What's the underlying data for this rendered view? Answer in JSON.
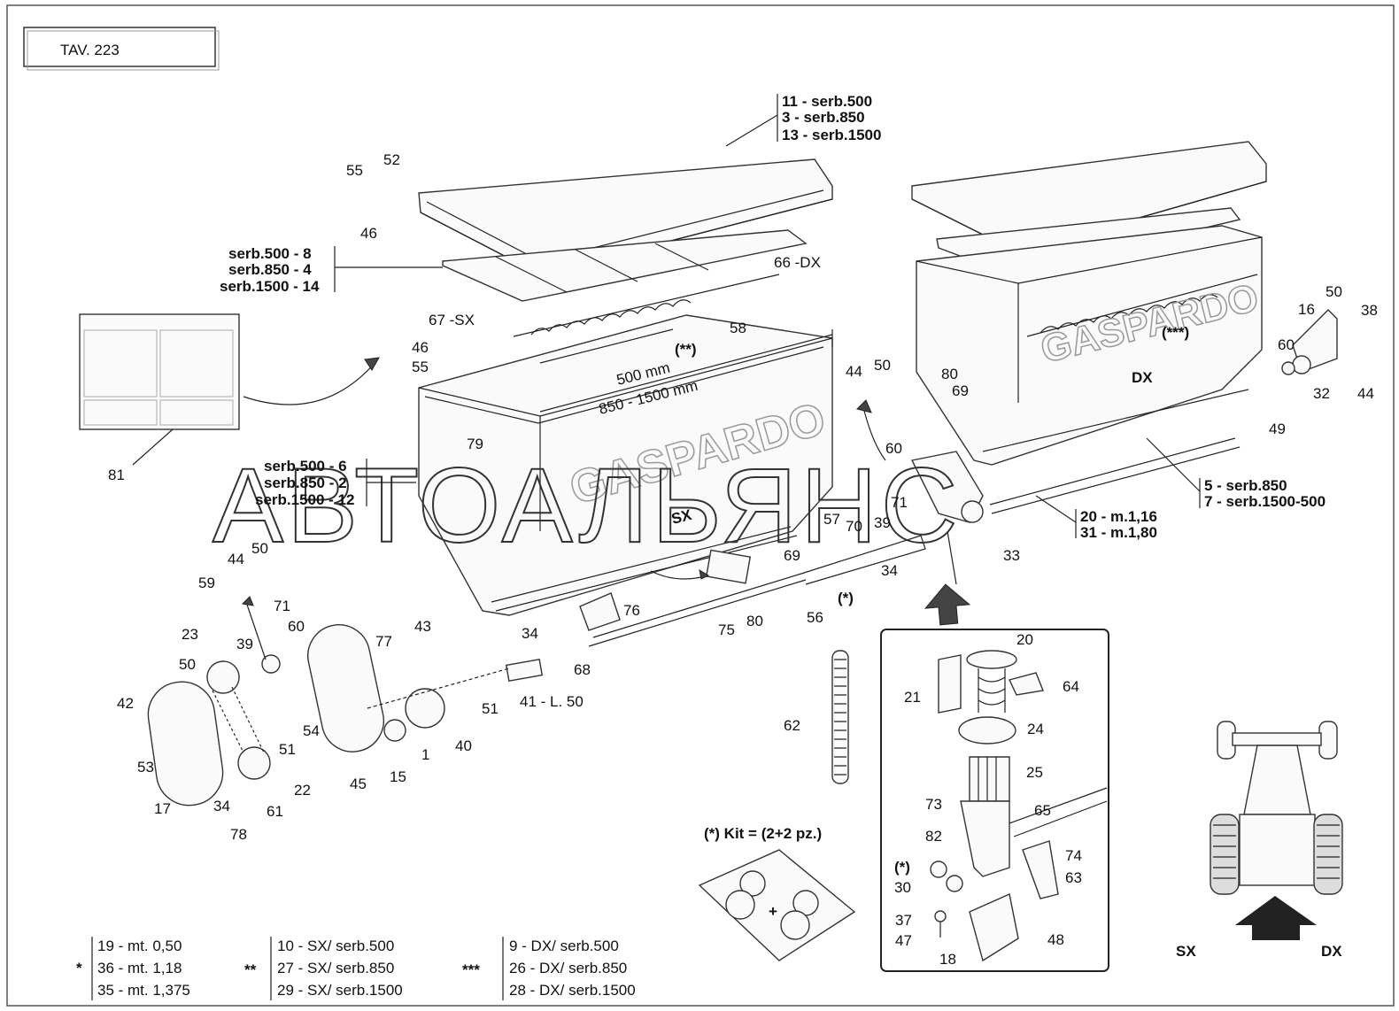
{
  "title_box": "TAV. 223",
  "watermark": "АВТОАЛЬЯНС",
  "lid_callout": [
    "11 - serb.500",
    "3  - serb.850",
    "13 - serb.1500"
  ],
  "grid_callout": [
    "serb.500 -  8",
    "serb.850 -  4",
    "serb.1500 - 14"
  ],
  "side_callout": [
    "serb.500 - 6",
    "serb.850 - 2",
    "serb.1500 - 12"
  ],
  "right_callout_a": [
    "5 - serb.850",
    "7 - serb.1500-500"
  ],
  "right_callout_b": [
    "20 - m.1,16",
    "31 - m.1,80"
  ],
  "dims": {
    "d1": "500 mm",
    "d2": "850 - 1500 mm"
  },
  "box_brand": "GASPARDO",
  "box_left_label": "SX",
  "box_right_label": "DX",
  "part_numbers": {
    "p52": "52",
    "p55": "55",
    "p46": "46",
    "p66": "66 -DX",
    "p67": "67 -SX",
    "p58": "58",
    "p46b": "46",
    "p55b": "55",
    "pstar2": "(**)",
    "pstar3": "(***)",
    "p81": "81",
    "p79": "79",
    "p44": "44",
    "p50": "50",
    "p80": "80",
    "p69": "69",
    "p60": "60",
    "p71": "71",
    "p57": "57",
    "p70": "70",
    "p39": "39",
    "p33": "33",
    "p34": "34",
    "pstar1": "(*)",
    "p50r": "50",
    "p38": "38",
    "p16": "16",
    "p60r": "60",
    "p32": "32",
    "p44r": "44",
    "p49": "49",
    "p59": "59",
    "p44l": "44",
    "p50l": "50",
    "p71l": "71",
    "p23": "23",
    "p39l": "39",
    "p60l": "60",
    "p77": "77",
    "p43": "43",
    "p50b": "50",
    "p42": "42",
    "p53": "53",
    "p51": "51",
    "p54": "54",
    "p51b": "51",
    "p1": "1",
    "p40": "40",
    "p17": "17",
    "p34l": "34",
    "p61": "61",
    "p22": "22",
    "p78": "78",
    "p45": "45",
    "p15": "15",
    "p34c": "34",
    "p68": "68",
    "p76": "76",
    "p41": "41 - L. 50",
    "p75": "75",
    "p80c": "80",
    "p69c": "69",
    "p56": "56",
    "pstar1c": "(*)",
    "p62": "62",
    "d20": "20",
    "d21": "21",
    "d64": "64",
    "d24": "24",
    "d25": "25",
    "d73": "73",
    "d65": "65",
    "d82": "82",
    "d74": "74",
    "dstar": "(*)",
    "d30": "30",
    "d63": "63",
    "d37": "37",
    "d47": "47",
    "d48": "48",
    "d18": "18"
  },
  "kit_note": "(*) Kit = (2+2 pz.)",
  "legend": {
    "col1": {
      "mark": "*",
      "rows": [
        "19 - mt. 0,50",
        "36  - mt. 1,18",
        "35 - mt. 1,375"
      ]
    },
    "col2": {
      "mark": "**",
      "rows": [
        "10 - SX/ serb.500",
        "27 - SX/ serb.850",
        "29 - SX/ serb.1500"
      ]
    },
    "col3": {
      "mark": "***",
      "rows": [
        "9  - DX/ serb.500",
        "26 - DX/ serb.850",
        "28 - DX/ serb.1500"
      ]
    }
  },
  "tractor": {
    "left": "SX",
    "right": "DX"
  }
}
